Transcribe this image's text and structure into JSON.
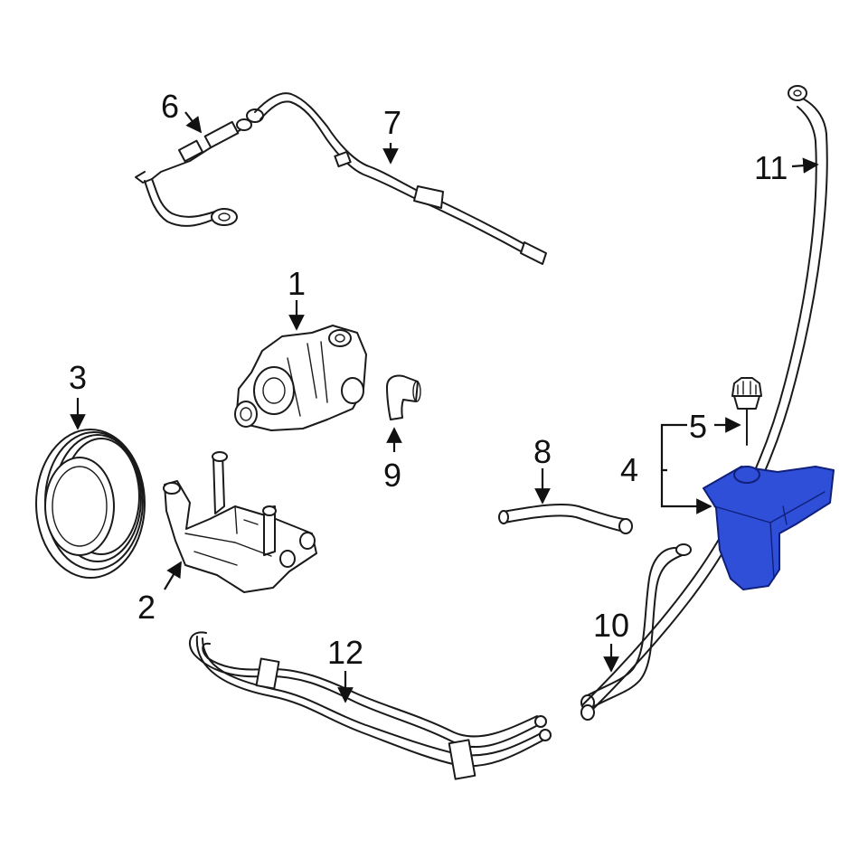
{
  "callouts": {
    "c1": "1",
    "c2": "2",
    "c3": "3",
    "c4": "4",
    "c5": "5",
    "c6": "6",
    "c7": "7",
    "c8": "8",
    "c9": "9",
    "c10": "10",
    "c11": "11",
    "c12": "12"
  },
  "colors": {
    "highlight": "#2f4fd8",
    "line": "#1a1a1a",
    "background": "#ffffff"
  }
}
